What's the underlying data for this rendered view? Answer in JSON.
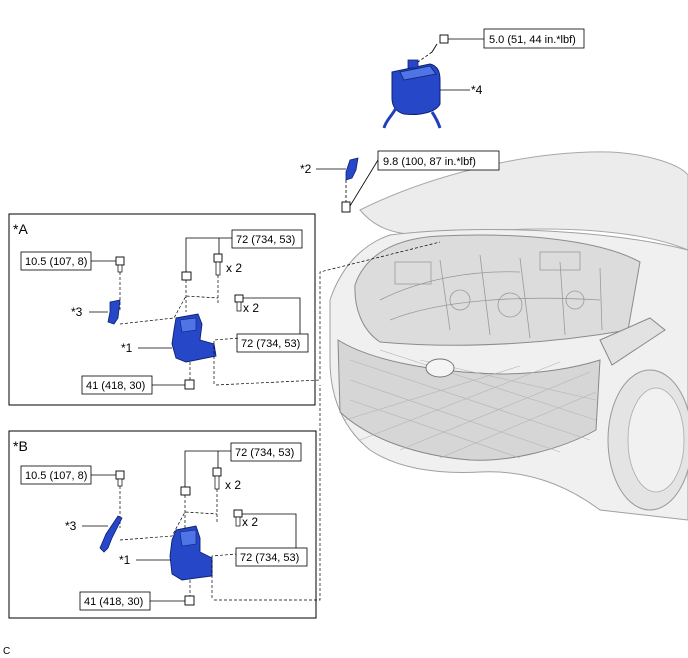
{
  "torque_specs": {
    "top_bolt": "5.0 (51, 44 in.*lbf)",
    "bracket_bolt": "9.8 (100, 87 in.*lbf)",
    "a_left": "10.5 (107, 8)",
    "a_top": "72 (734, 53)",
    "a_right": "72 (734, 53)",
    "a_bottom": "41 (418, 30)",
    "b_left": "10.5 (107, 8)",
    "b_top": "72 (734, 53)",
    "b_right": "72 (734, 53)",
    "b_bottom": "41 (418, 30)"
  },
  "callouts": {
    "part1": "*1",
    "part2": "*2",
    "part3": "*3",
    "part4": "*4",
    "qty_x2": "x 2"
  },
  "panels": {
    "a": "*A",
    "b": "*B"
  },
  "corner_code": "C",
  "colors": {
    "part_blue": "#1f3fbf",
    "part_blue_light": "#4a6ee0",
    "car_grey": "#e6e6e6",
    "car_line": "#9a9a9a"
  }
}
